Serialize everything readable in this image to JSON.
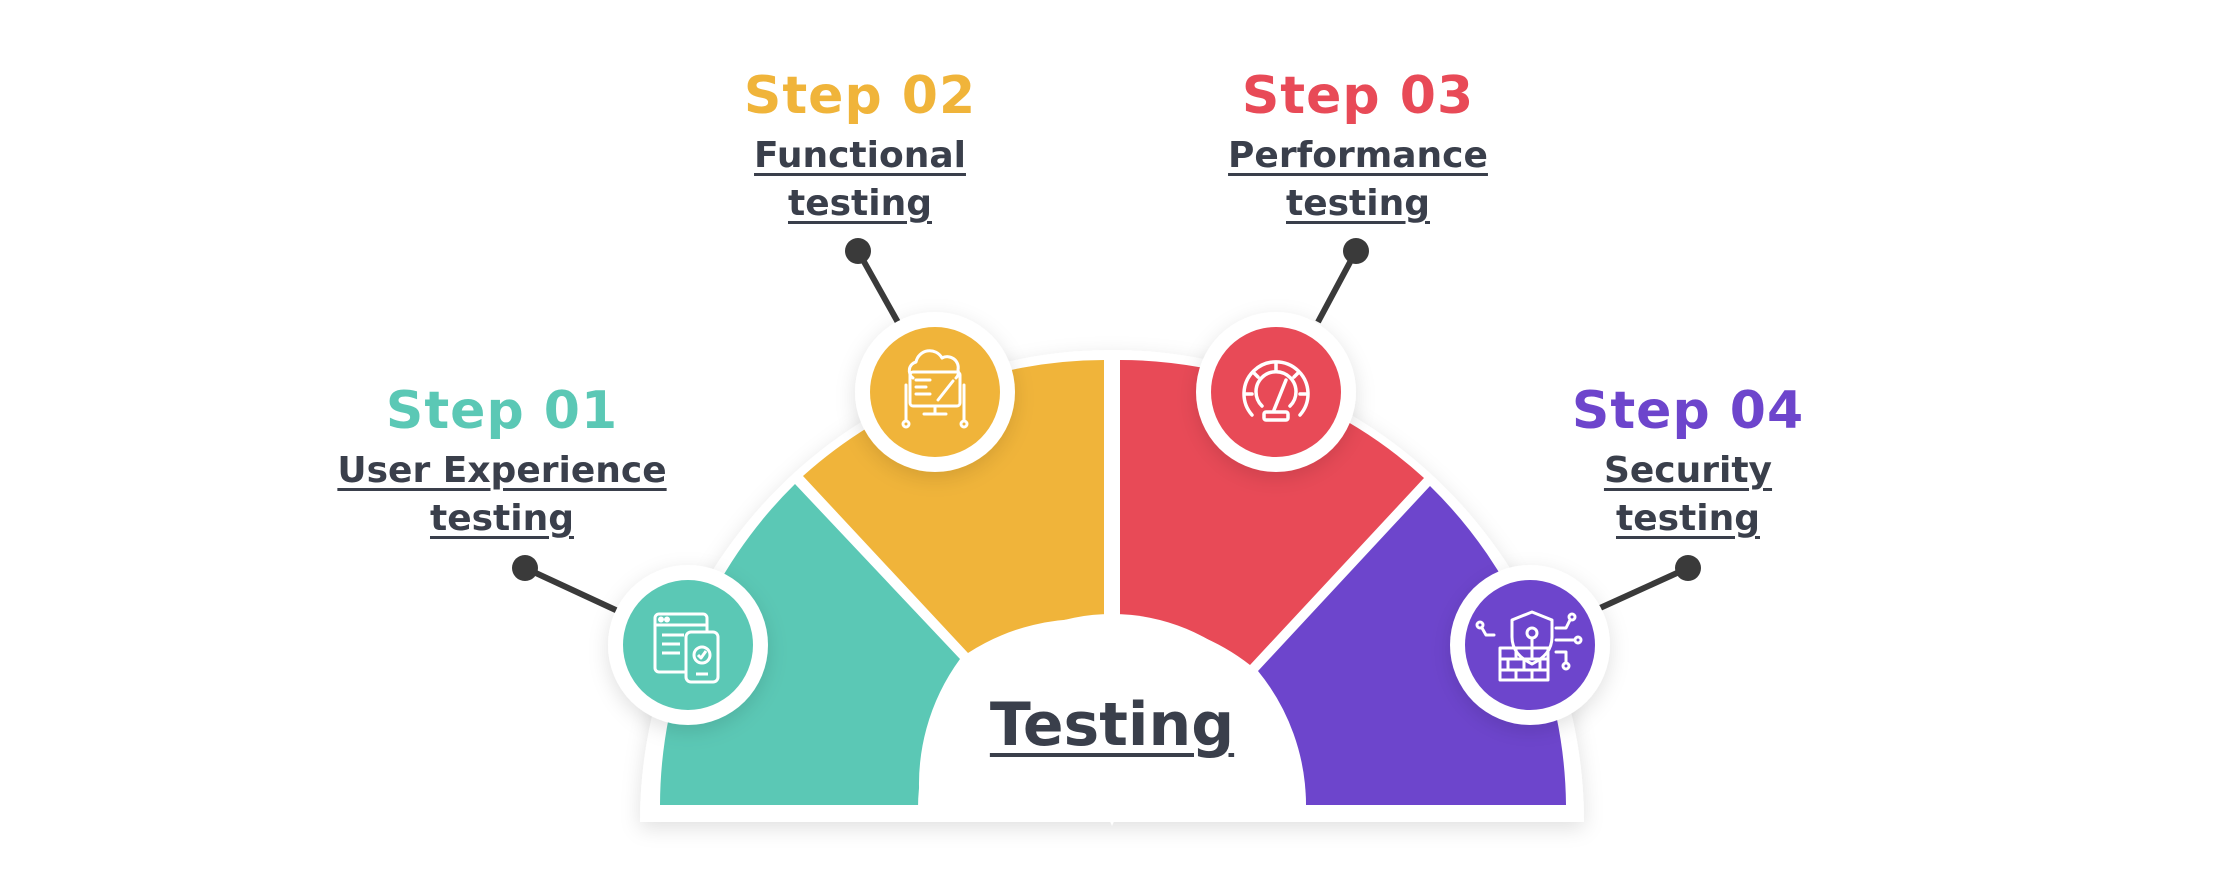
{
  "center": {
    "title": "Testing"
  },
  "steps": [
    {
      "number": "Step 01",
      "line1": "User Experience",
      "line2": "testing",
      "color": "#5bc8b5",
      "icon": "ui-browser-mobile-icon"
    },
    {
      "number": "Step 02",
      "line1": "Functional",
      "line2": "testing",
      "color": "#f0b43a",
      "icon": "cloud-monitor-icon"
    },
    {
      "number": "Step 03",
      "line1": "Performance",
      "line2": "testing",
      "color": "#e84a57",
      "icon": "speedometer-icon"
    },
    {
      "number": "Step 04",
      "line1": "Security",
      "line2": "testing",
      "color": "#6d45cc",
      "icon": "shield-firewall-icon"
    }
  ]
}
